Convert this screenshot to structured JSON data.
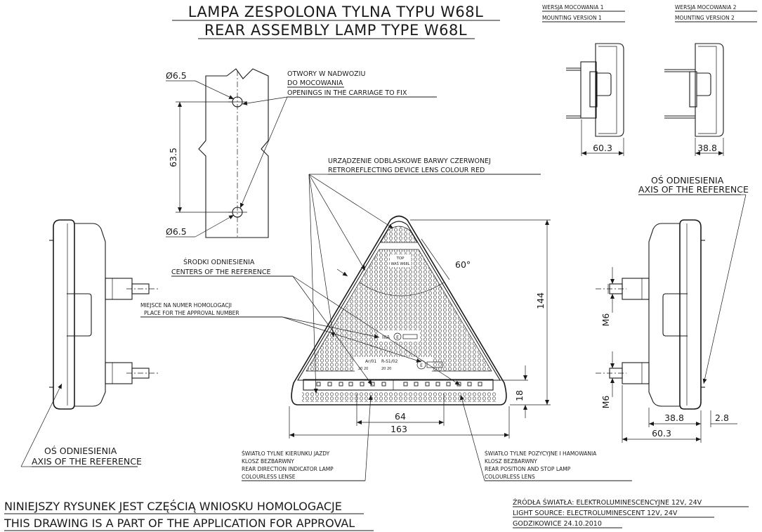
{
  "title": {
    "line1": "LAMPA ZESPOLONA TYLNA  TYPU W68L",
    "line2": "REAR ASSEMBLY LAMP TYPE W68L"
  },
  "mounting": {
    "v1_pl": "WERSJA MOCOWANIA 1",
    "v1_en": "MOUNTING VERSION 1",
    "v1_dim": "60.3",
    "v2_pl": "WERSJA MOCOWANIA 2",
    "v2_en": "MOUNTING VERSION 2",
    "v2_dim": "38.8"
  },
  "holes": {
    "dia_top": "Ø6.5",
    "dia_bottom": "Ø6.5",
    "spacing": "63.5",
    "note_pl_1": "OTWORY W NADWOZIU",
    "note_pl_2": "DO MOCOWANIA",
    "note_en": "OPENINGS IN THE CARRIAGE TO FIX"
  },
  "reflector": {
    "pl": "URZĄDZENIE ODBLASKOWE BARWY CZERWONEJ",
    "en": "RETROREFLECTING DEVICE LENS COLOUR RED"
  },
  "axis_right": {
    "pl": "OŚ ODNIESIENIA",
    "en": "AXIS OF THE REFERENCE"
  },
  "axis_left": {
    "pl": "OŚ ODNIESIENIA",
    "en": "AXIS OF THE REFERENCE"
  },
  "centers": {
    "pl": "ŚRODKI ODNIESIENIA",
    "en": "CENTERS OF THE REFERENCE"
  },
  "approval": {
    "pl": "MIEJSCE NA NUMER HOMOLOGACJI",
    "en": "PLACE FOR THE APPROVAL NUMBER"
  },
  "front": {
    "angle": "60°",
    "height": "144",
    "strip": "18",
    "inner_width": "64",
    "width": "163",
    "top_mark": "TOP",
    "model_mark": "WAŚ W68L",
    "mark_iiia": "IIIA",
    "mark_e": "E",
    "codes_1": "Ar/01",
    "codes_2": "R-S1/02",
    "mark_e2": "E",
    "codes_3": "20  20",
    "codes_4": "20  20"
  },
  "side_right": {
    "m6_top": "M6",
    "m6_bottom": "M6",
    "dim_38": "38.8",
    "dim_28": "2.8",
    "dim_603": "60.3"
  },
  "indicator": {
    "pl_1": "ŚWIATŁO TYLNE KIERUNKU JAZDY",
    "pl_2": "KLOSZ BEZBARWNY",
    "en_1": "REAR DIRECTION INDICATOR LAMP",
    "en_2": "COLOURLESS LENSE"
  },
  "position": {
    "pl_1": "ŚWIATŁO TYLNE POZYCYJNE I HAMOWANIA",
    "pl_2": "KLOSZ BEZBARWNY",
    "en_1": "REAR POSITION AND STOP LAMP",
    "en_2": "COLOURLESS LENS"
  },
  "footer": {
    "pl": "NINIEJSZY RYSUNEK JEST CZĘŚCIĄ WNIOSKU  HOMOLOGACJE",
    "en": "THIS DRAWING IS A PART OF THE APPLICATION FOR  APPROVAL",
    "source_pl": "ŹRÓDŁA ŚWIATŁA: ELEKTROLUMINESCENCYJNE  12V, 24V",
    "source_en": "LIGHT SOURCE: ELECTROLUMINESCENT  12V, 24V",
    "place_date": "GODZIKOWICE 24.10.2010"
  }
}
